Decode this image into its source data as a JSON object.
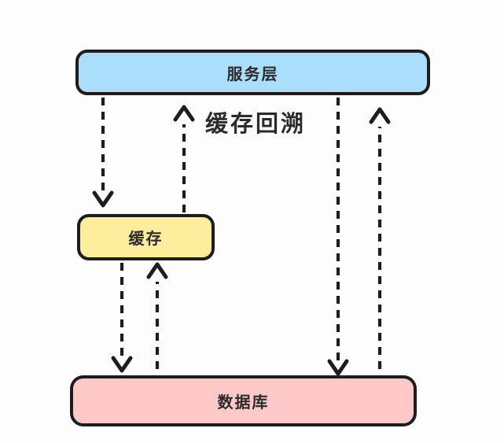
{
  "diagram": {
    "annotation": "缓存回溯",
    "nodes": {
      "service": {
        "label": "服务层",
        "fill": "#aadefb"
      },
      "cache": {
        "label": "缓存",
        "fill": "#fcee9d"
      },
      "database": {
        "label": "数据库",
        "fill": "#ffc9c9"
      }
    },
    "edges": [
      {
        "name": "service-to-cache",
        "from": "服务层",
        "to": "缓存",
        "direction": "down",
        "style": "dashed"
      },
      {
        "name": "cache-to-service",
        "from": "缓存",
        "to": "服务层",
        "direction": "up",
        "style": "dashed"
      },
      {
        "name": "cache-to-database",
        "from": "缓存",
        "to": "数据库",
        "direction": "down",
        "style": "dashed"
      },
      {
        "name": "database-to-cache",
        "from": "数据库",
        "to": "缓存",
        "direction": "up",
        "style": "dashed"
      },
      {
        "name": "service-to-database",
        "from": "服务层",
        "to": "数据库",
        "direction": "down",
        "style": "dashed"
      },
      {
        "name": "database-to-service",
        "from": "数据库",
        "to": "服务层",
        "direction": "up",
        "style": "dashed"
      }
    ],
    "colors": {
      "stroke": "#1d1d1e",
      "text": "#2b2b2b",
      "service_fill": "#aadefb",
      "cache_fill": "#fcee9d",
      "database_fill": "#ffc9c9",
      "background": "#fdfdfd"
    }
  }
}
